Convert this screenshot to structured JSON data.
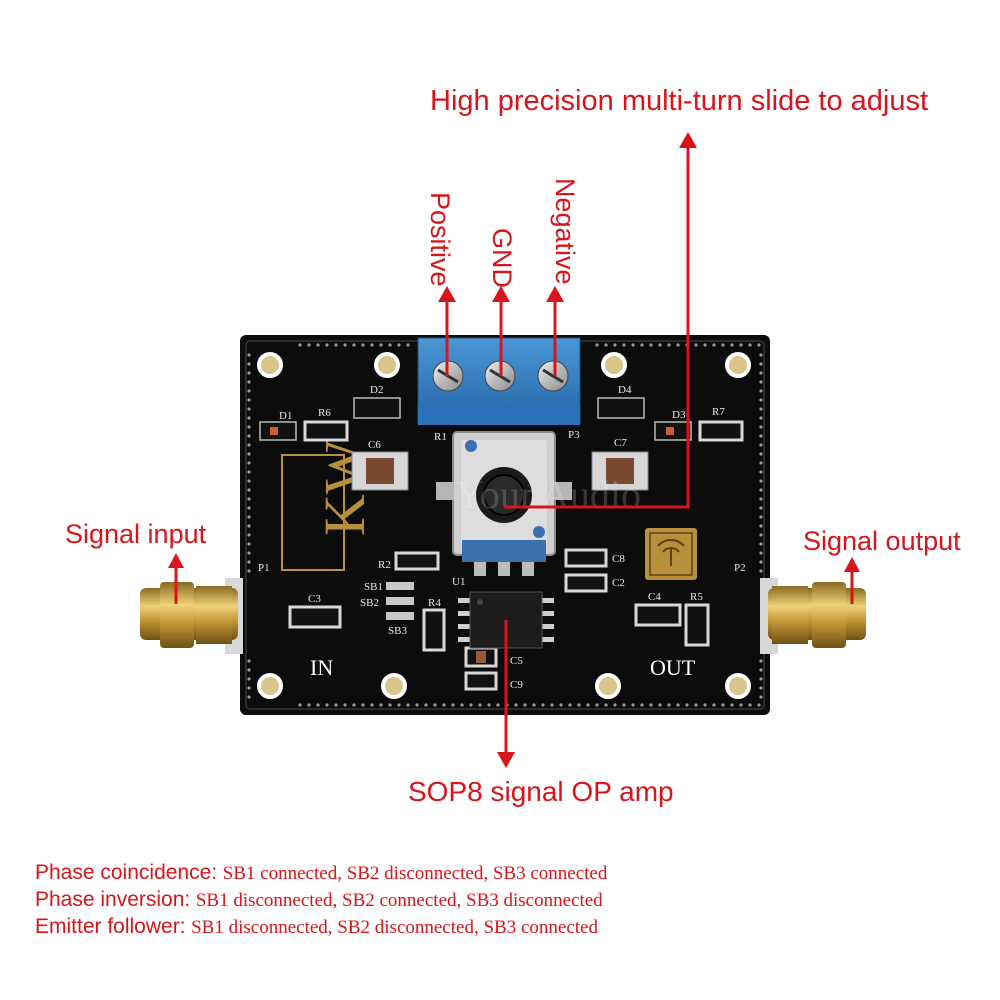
{
  "callouts": {
    "top": "High precision multi-turn slide to adjust",
    "positive": "Positive",
    "gnd": "GND",
    "negative": "Negative",
    "signal_input": "Signal input",
    "signal_output": "Signal output",
    "opamp": "SOP8 signal OP amp"
  },
  "board": {
    "logo": "KW",
    "in_label": "IN",
    "out_label": "OUT",
    "silkscreen": [
      "D1",
      "R6",
      "D2",
      "C6",
      "R1",
      "P3",
      "C7",
      "D4",
      "D3",
      "R7",
      "R2",
      "SB1",
      "SB2",
      "SB3",
      "U1",
      "R4",
      "C3",
      "C4",
      "R5",
      "C5",
      "C9",
      "C8",
      "C2",
      "P1",
      "P2"
    ],
    "watermark": "Your Audio"
  },
  "notes": [
    {
      "heading": "Phase coincidence:",
      "value": "SB1 connected, SB2 disconnected, SB3 connected"
    },
    {
      "heading": "Phase inversion:",
      "value": "SB1 disconnected, SB2 connected, SB3 disconnected"
    },
    {
      "heading": "Emitter follower:",
      "value": "SB1 disconnected, SB2 disconnected, SB3 connected"
    }
  ],
  "colors": {
    "annotation": "#d9141b",
    "pcb": "#0c0c0c",
    "terminal": "#2f7fc4",
    "gold": "#c99a3a"
  }
}
